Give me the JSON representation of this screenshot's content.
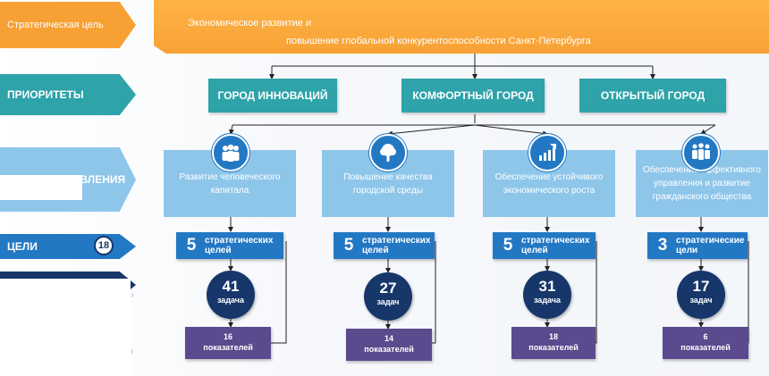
{
  "left": {
    "strategic_goal_label": "Стратегическая цель",
    "priorities_label": "ПРИОРИТЕТЫ",
    "directions_label": "НАПРАВЛЕНИЯ",
    "goals_label": "ЦЕЛИ",
    "goals_count": "18"
  },
  "banner": {
    "line1": "Экономическое развитие и",
    "line2": "повышение глобальной конкурентоспособности Санкт-Петербурга"
  },
  "priorities": [
    "ГОРОД ИННОВАЦИЙ",
    "КОМФОРТНЫЙ ГОРОД",
    "ОТКРЫТЫЙ ГОРОД"
  ],
  "directions": [
    {
      "label": "Развитие человеческого капитала",
      "icon": "people-icon"
    },
    {
      "label": "Повышение качества городской среды",
      "icon": "tree-icon"
    },
    {
      "label": "Обеспечение устойчивого экономического роста",
      "icon": "growth-chart-icon"
    },
    {
      "label": "Обеспечение эффективного управления и развитие гражданского общества",
      "icon": "team-icon"
    }
  ],
  "goals": [
    {
      "num": "5",
      "l1": "стратегических",
      "l2": "целей"
    },
    {
      "num": "5",
      "l1": "стратегических",
      "l2": "целей"
    },
    {
      "num": "5",
      "l1": "стратегических",
      "l2": "целей"
    },
    {
      "num": "3",
      "l1": "стратегические",
      "l2": "цели"
    }
  ],
  "tasks": [
    {
      "num": "41",
      "label": "задача"
    },
    {
      "num": "27",
      "label": "задач"
    },
    {
      "num": "31",
      "label": "задача"
    },
    {
      "num": "17",
      "label": "задач"
    }
  ],
  "indicators": [
    {
      "num": "16",
      "label": "показателей"
    },
    {
      "num": "14",
      "label": "показателей"
    },
    {
      "num": "18",
      "label": "показателей"
    },
    {
      "num": "6",
      "label": "показателей"
    }
  ],
  "colors": {
    "orange": "#f7a135",
    "teal": "#2ea3a9",
    "light_blue": "#8ec6ea",
    "blue": "#2378c4",
    "navy": "#17376b",
    "purple": "#5b4a8d"
  }
}
